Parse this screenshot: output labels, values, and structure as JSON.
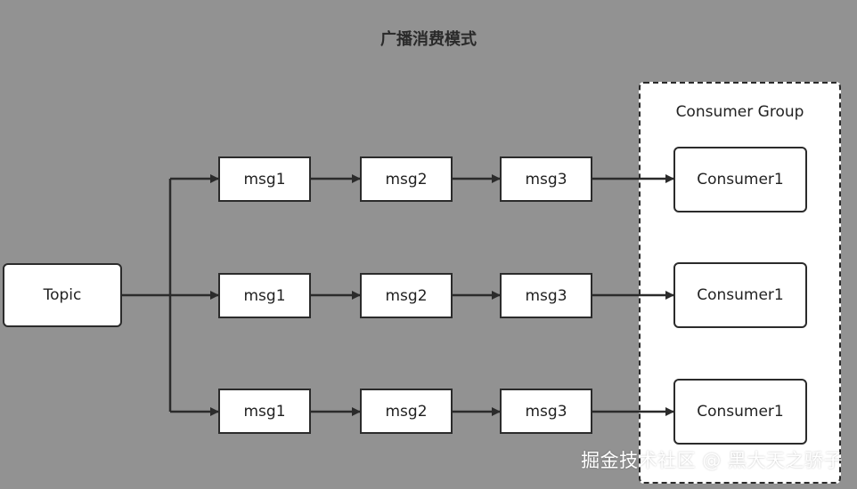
{
  "title": "广播消费模式",
  "topic_label": "Topic",
  "group_label": "Consumer Group",
  "rows": [
    {
      "messages": [
        "msg1",
        "msg2",
        "msg3"
      ],
      "consumer": "Consumer1"
    },
    {
      "messages": [
        "msg1",
        "msg2",
        "msg3"
      ],
      "consumer": "Consumer1"
    },
    {
      "messages": [
        "msg1",
        "msg2",
        "msg3"
      ],
      "consumer": "Consumer1"
    }
  ],
  "watermark": "掘金技术社区 @ 黑大天之骄子"
}
